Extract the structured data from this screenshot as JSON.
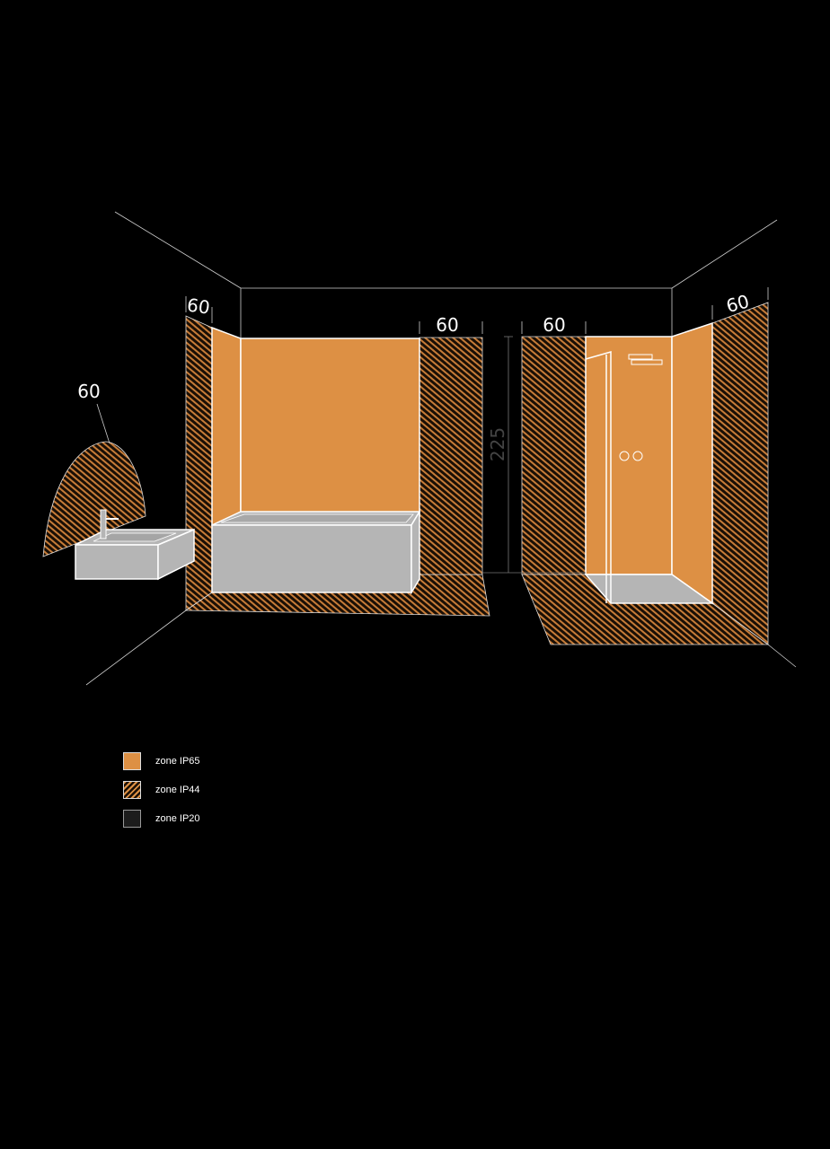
{
  "diagram": {
    "dimensions": {
      "sink_zone": "60",
      "left_wall": "60",
      "bath_right": "60",
      "shower_left": "60",
      "shower_right": "60",
      "height": "225"
    }
  },
  "legend": [
    {
      "label": "zone IP65",
      "color": "#dd9044",
      "style": "solid"
    },
    {
      "label": "zone IP44",
      "color": "#dd9044",
      "style": "hatched"
    },
    {
      "label": "zone IP20",
      "color": "#1c1c1c",
      "style": "solid"
    }
  ],
  "colors": {
    "ip65": "#dd9044",
    "fixture": "#b5b5b5",
    "line": "#cccccc"
  }
}
